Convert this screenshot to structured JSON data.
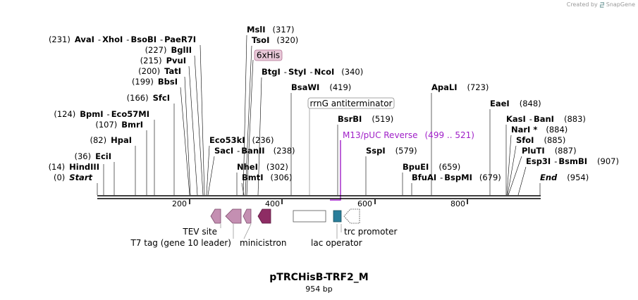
{
  "credit": {
    "text": "Created by",
    "brand": "SnapGene"
  },
  "map": {
    "title": "pTRCHisB-TRF2_M",
    "length_label": "954 bp",
    "ticks": [
      "200",
      "400",
      "600",
      "800"
    ],
    "sites": [
      {
        "parts": [
          "(0)",
          "Start"
        ]
      },
      {
        "parts": [
          "(14)",
          "HindIII"
        ]
      },
      {
        "parts": [
          "(36)",
          "EciI"
        ]
      },
      {
        "parts": [
          "(82)",
          "HpaI"
        ]
      },
      {
        "parts": [
          "(107)",
          "BmrI"
        ]
      },
      {
        "parts": [
          "(124)",
          "BpmI",
          "-",
          "Eco57MI"
        ]
      },
      {
        "parts": [
          "(166)",
          "SfcI"
        ]
      },
      {
        "parts": [
          "(199)",
          "BbsI"
        ]
      },
      {
        "parts": [
          "(200)",
          "TatI"
        ]
      },
      {
        "parts": [
          "(215)",
          "PvuI"
        ]
      },
      {
        "parts": [
          "(227)",
          "BglII"
        ]
      },
      {
        "parts": [
          "(231)",
          "AvaI",
          "-",
          "XhoI",
          "-",
          "BsoBI",
          "-",
          "PaeR7I"
        ]
      },
      {
        "parts": [
          "MslI",
          "(317)"
        ]
      },
      {
        "parts": [
          "TsoI",
          "(320)"
        ]
      },
      {
        "parts": [
          "BtgI",
          "-",
          "StyI",
          "-",
          "NcoI",
          "(340)"
        ]
      },
      {
        "parts": [
          "Eco53kI",
          "(236)"
        ]
      },
      {
        "parts": [
          "SacI",
          "-",
          "BanII",
          "(238)"
        ]
      },
      {
        "parts": [
          "NheI",
          "(302)"
        ]
      },
      {
        "parts": [
          "BmtI",
          "(306)"
        ]
      },
      {
        "parts": [
          "BsaWI",
          "(419)"
        ]
      },
      {
        "parts": [
          "BsrBI",
          "(519)"
        ]
      },
      {
        "parts": [
          "SspI",
          "(579)"
        ]
      },
      {
        "parts": [
          "ApaLI",
          "(723)"
        ]
      },
      {
        "parts": [
          "BpuEI",
          "(659)"
        ]
      },
      {
        "parts": [
          "BfuAI",
          "-",
          "BspMI",
          "(679)"
        ]
      },
      {
        "parts": [
          "EaeI",
          "(848)"
        ]
      },
      {
        "parts": [
          "KasI",
          "-",
          "BanI",
          "(883)"
        ]
      },
      {
        "parts": [
          "NarI *",
          "(884)"
        ]
      },
      {
        "parts": [
          "SfoI",
          "(885)"
        ]
      },
      {
        "parts": [
          "PluTI",
          "(887)"
        ]
      },
      {
        "parts": [
          "Esp3I",
          "-",
          "BsmBI",
          "(907)"
        ]
      },
      {
        "parts": [
          "End",
          "(954)"
        ]
      }
    ],
    "features": {
      "six_his": "6xHis",
      "rrng": "rrnG antiterminator",
      "primer_name": "M13/pUC Reverse",
      "primer_range": "(499 .. 521)",
      "tev": "TEV site",
      "t7": "T7 tag (gene 10 leader)",
      "minicistron": "minicistron",
      "lac": "lac operator",
      "trc": "trc promoter"
    },
    "colors": {
      "tev": "#c48fb2",
      "t7": "#c48fb2",
      "minicistron": "#8e2c64",
      "trc": "#2a7e9a",
      "six_his_fill": "#e8c8d8",
      "primer": "#a020c8"
    }
  }
}
